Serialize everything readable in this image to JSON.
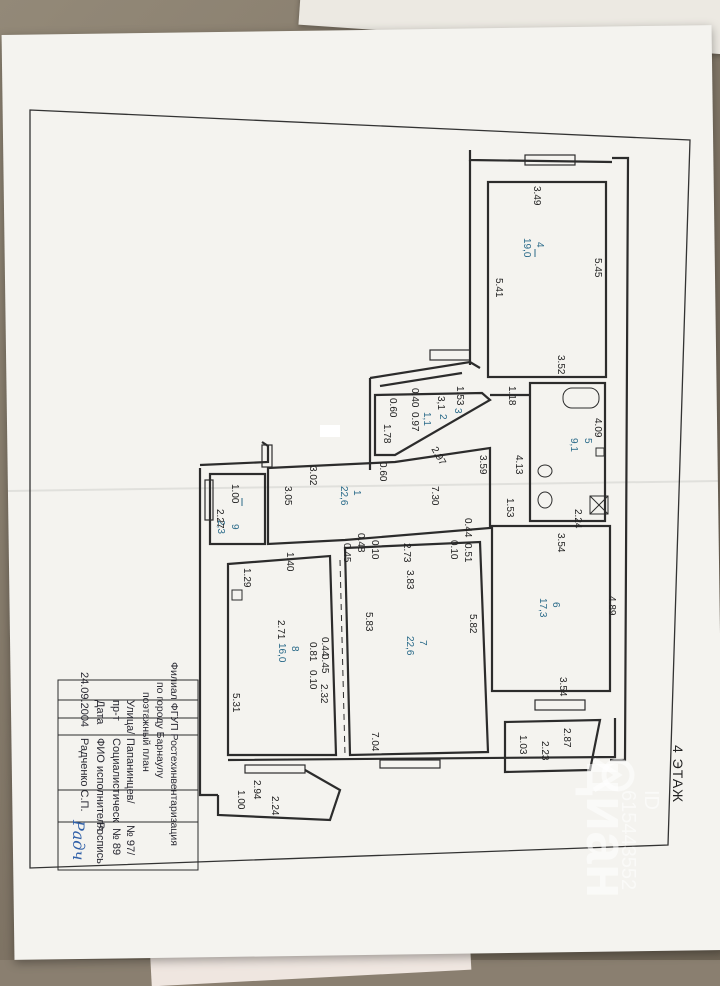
{
  "plan": {
    "floor_label": "4 ЭТАЖ",
    "title_lines": [
      "Филиал ФГУП Ростехинвентаризация",
      "по городу Барнаулу",
      "поэтажный план"
    ],
    "rooms": [
      {
        "id": "1",
        "area": "22,6"
      },
      {
        "id": "2",
        "area": "1,1"
      },
      {
        "id": "3",
        "area": ""
      },
      {
        "id": "4",
        "area": "19,0"
      },
      {
        "id": "5",
        "area": "9,1"
      },
      {
        "id": "6",
        "area": "17,3"
      },
      {
        "id": "7",
        "area": "22,6"
      },
      {
        "id": "8",
        "area": "16,0"
      },
      {
        "id": "9",
        "area": "2,3"
      }
    ],
    "dimensions": {
      "r4_top": "3.49",
      "r4_right": "5.45",
      "r4_left": "5.41",
      "r4_bottom": "3.52",
      "d153": "1.53",
      "d118": "1.18",
      "d060a": "0.60",
      "d040": "0.40",
      "d097": "0.97",
      "d31": "3,1",
      "d178": "1.78",
      "d297": "2.97",
      "d060b": "0.60",
      "d302": "3.02",
      "d409": "4.09",
      "d413": "4.13",
      "d359": "3.59",
      "d153b": "1.53",
      "d224a": "2.24",
      "d730": "7.30",
      "d305": "3.05",
      "d100a": "1.00",
      "d227": "2.27",
      "d044": "0.44",
      "d051": "0.51",
      "d273": "2.73",
      "d010a": "0.10",
      "d010b": "0.10",
      "d048": "0.48",
      "d045": "0.45",
      "d140": "1.40",
      "d354a": "3.54",
      "d489": "4.89",
      "d354b": "3.54",
      "d383": "3.83",
      "d583": "5.83",
      "d582": "5.82",
      "d129": "1.29",
      "d271": "2.71",
      "d531": "5.31",
      "d044b": "0.44",
      "d081": "0.81",
      "d045b": "0.45",
      "d010c": "0.10",
      "d232": "2.32",
      "d704": "7.04",
      "d287": "2.87",
      "d103": "1.03",
      "d223": "2.23",
      "d294": "2.94",
      "d100b": "1.00",
      "d224b": "2.24"
    }
  },
  "stamp": {
    "col1": [
      "Улица/",
      "пр-т",
      "Дата",
      "24.09.2004"
    ],
    "col2": [
      "Папанинцев/",
      "Социалистическ",
      "ФИО исполнителя",
      "Радченко С.П."
    ],
    "col3": [
      "№ 97/",
      "№ 89",
      "Роспись",
      ""
    ],
    "signature": "Радч"
  },
  "watermark": {
    "brand": "циан",
    "id": "ID 615443552"
  }
}
